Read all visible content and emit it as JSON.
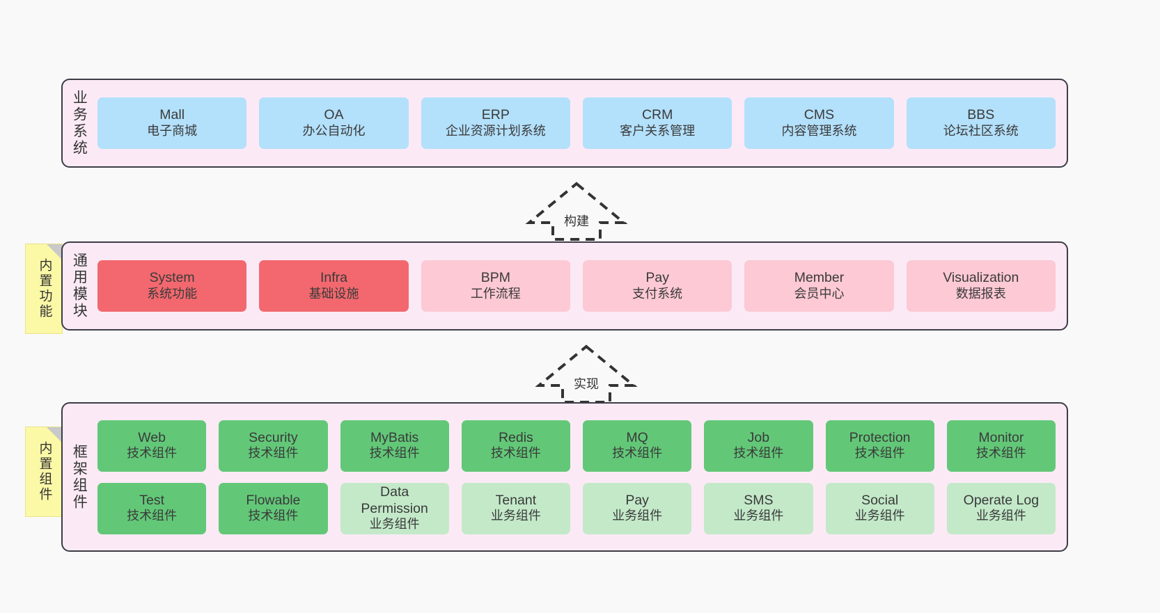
{
  "diagram": {
    "background": "#f9f9f9",
    "layers": [
      {
        "id": "business",
        "title": "业务系统",
        "panel_color": "#fbeaf5",
        "rows": [
          {
            "cells": [
              {
                "name": "Mall",
                "sub": "电子商城",
                "color": "#b3e0fb",
                "style": "c-blue"
              },
              {
                "name": "OA",
                "sub": "办公自动化",
                "color": "#b3e0fb",
                "style": "c-blue"
              },
              {
                "name": "ERP",
                "sub": "企业资源计划系统",
                "color": "#b3e0fb",
                "style": "c-blue"
              },
              {
                "name": "CRM",
                "sub": "客户关系管理",
                "color": "#b3e0fb",
                "style": "c-blue"
              },
              {
                "name": "CMS",
                "sub": "内容管理系统",
                "color": "#b3e0fb",
                "style": "c-blue"
              },
              {
                "name": "BBS",
                "sub": "论坛社区系统",
                "color": "#b3e0fb",
                "style": "c-blue"
              }
            ]
          }
        ]
      },
      {
        "id": "common-module",
        "title": "通用模块",
        "panel_color": "#fbeaf5",
        "note": "内置功能",
        "rows": [
          {
            "cells": [
              {
                "name": "System",
                "sub": "系统功能",
                "color": "#f2686e",
                "style": "c-red"
              },
              {
                "name": "Infra",
                "sub": "基础设施",
                "color": "#f2686e",
                "style": "c-red"
              },
              {
                "name": "BPM",
                "sub": "工作流程",
                "color": "#fcc9d4",
                "style": "c-pink"
              },
              {
                "name": "Pay",
                "sub": "支付系统",
                "color": "#fcc9d4",
                "style": "c-pink"
              },
              {
                "name": "Member",
                "sub": "会员中心",
                "color": "#fcc9d4",
                "style": "c-pink"
              },
              {
                "name": "Visualization",
                "sub": "数据报表",
                "color": "#fcc9d4",
                "style": "c-pink"
              }
            ]
          }
        ]
      },
      {
        "id": "framework-components",
        "title": "框架组件",
        "panel_color": "#fbeaf5",
        "note": "内置组件",
        "rows": [
          {
            "cells": [
              {
                "name": "Web",
                "sub": "技术组件",
                "color": "#62c878",
                "style": "c-green"
              },
              {
                "name": "Security",
                "sub": "技术组件",
                "color": "#62c878",
                "style": "c-green"
              },
              {
                "name": "MyBatis",
                "sub": "技术组件",
                "color": "#62c878",
                "style": "c-green"
              },
              {
                "name": "Redis",
                "sub": "技术组件",
                "color": "#62c878",
                "style": "c-green"
              },
              {
                "name": "MQ",
                "sub": "技术组件",
                "color": "#62c878",
                "style": "c-green"
              },
              {
                "name": "Job",
                "sub": "技术组件",
                "color": "#62c878",
                "style": "c-green"
              },
              {
                "name": "Protection",
                "sub": "技术组件",
                "color": "#62c878",
                "style": "c-green"
              },
              {
                "name": "Monitor",
                "sub": "技术组件",
                "color": "#62c878",
                "style": "c-green"
              }
            ]
          },
          {
            "cells": [
              {
                "name": "Test",
                "sub": "技术组件",
                "color": "#62c878",
                "style": "c-green"
              },
              {
                "name": "Flowable",
                "sub": "技术组件",
                "color": "#62c878",
                "style": "c-green"
              },
              {
                "name": "Data Permission",
                "sub": "业务组件",
                "color": "#c3e9c9",
                "style": "c-green-light"
              },
              {
                "name": "Tenant",
                "sub": "业务组件",
                "color": "#c3e9c9",
                "style": "c-green-light"
              },
              {
                "name": "Pay",
                "sub": "业务组件",
                "color": "#c3e9c9",
                "style": "c-green-light"
              },
              {
                "name": "SMS",
                "sub": "业务组件",
                "color": "#c3e9c9",
                "style": "c-green-light"
              },
              {
                "name": "Social",
                "sub": "业务组件",
                "color": "#c3e9c9",
                "style": "c-green-light"
              },
              {
                "name": "Operate Log",
                "sub": "业务组件",
                "color": "#c3e9c9",
                "style": "c-green-light"
              }
            ]
          }
        ]
      }
    ],
    "connectors": [
      {
        "id": "build",
        "label": "构建",
        "from": "common-module",
        "to": "business",
        "style": "dashed-hollow-arrow-up"
      },
      {
        "id": "implement",
        "label": "实现",
        "from": "framework-components",
        "to": "common-module",
        "style": "dashed-hollow-arrow-up"
      }
    ]
  }
}
